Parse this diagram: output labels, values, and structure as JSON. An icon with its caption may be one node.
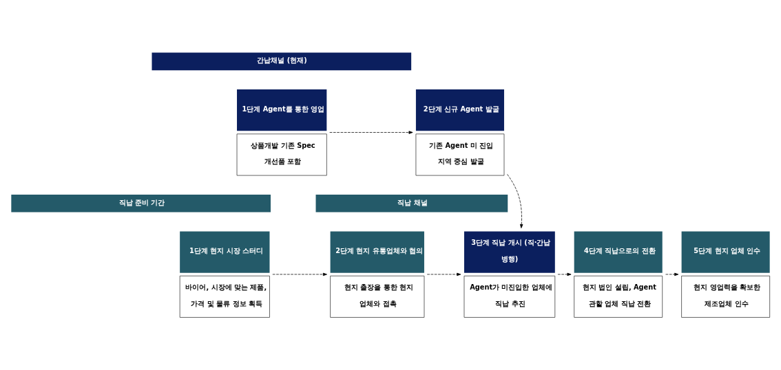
{
  "diagram": {
    "nodes": [
      {
        "text": [
          "간납채널 (현재)"
        ]
      },
      {
        "text": [
          "1단계 Agent를 통한 영업",
          "상품개발 기존 Spec 개선품 포함"
        ]
      },
      {
        "text": [
          "2단계 신규 Agent 발굴",
          "기존 Agent 미 진입 지역 중심 발굴"
        ]
      },
      {
        "text": [
          "직납 준비 기간"
        ]
      },
      {
        "text": [
          "직납 채널"
        ]
      },
      {
        "text": [
          "1단계 현지 시장 스터디",
          "바이어, 시장에 맞는 제품, 가격 및 물류 정보 획득"
        ]
      },
      {
        "text": [
          "2단계 현지 유통업체와 협의",
          "현지 출장을 통한 현지 업체와 접촉"
        ]
      },
      {
        "text": [
          "3단계 직납 개시 (직·간납 병행)",
          "Agent가 미진입한 업체에 직납 추진"
        ]
      },
      {
        "text": [
          "4단계 직납으로의 전환",
          "현지 법인 설립, Agent 관할 업체 직납 전환"
        ]
      },
      {
        "text": [
          "5단계 현지 업체 인수",
          "현지 영업력을 확보한 제조업체 인수"
        ]
      }
    ],
    "edges": [
      {
        "from": 1,
        "to": 2,
        "arrow": "to",
        "style": "dashed"
      },
      {
        "from": 2,
        "to": 7,
        "arrow": "to",
        "style": "dashed"
      },
      {
        "from": 5,
        "to": 6,
        "arrow": "to",
        "style": "dashed"
      },
      {
        "from": 6,
        "to": 7,
        "arrow": "to",
        "style": "dashed"
      },
      {
        "from": 7,
        "to": 8,
        "arrow": "to",
        "style": "dashed"
      },
      {
        "from": 8,
        "to": 9,
        "arrow": "to",
        "style": "dashed"
      }
    ]
  }
}
